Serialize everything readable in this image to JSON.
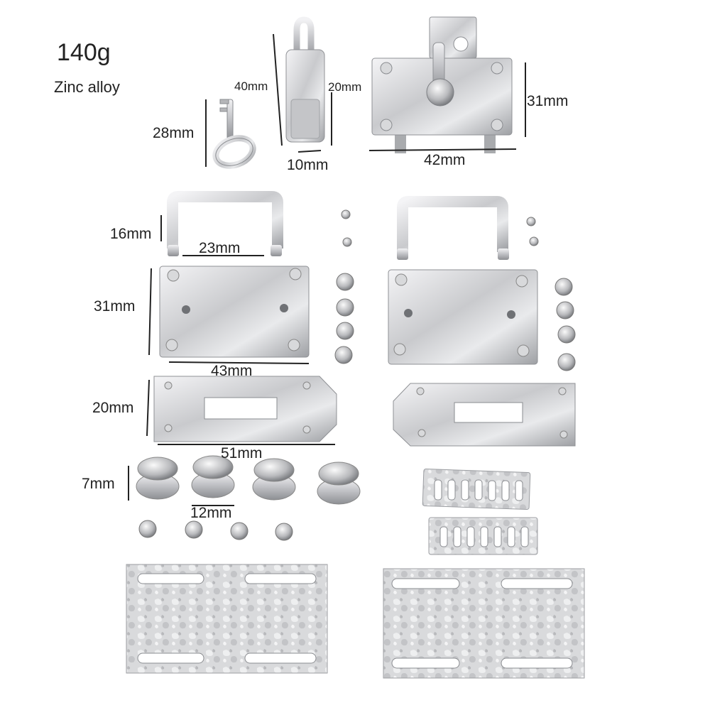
{
  "header": {
    "weight": "140g",
    "material": "Zinc alloy"
  },
  "dimensions": {
    "key_height": "28mm",
    "lock_height": "40mm",
    "lock_shackle": "20mm",
    "lock_width": "10mm",
    "hasp_height": "31mm",
    "hasp_width": "42mm",
    "loop_height": "16mm",
    "loop_width": "23mm",
    "plate_height": "31mm",
    "plate_width": "43mm",
    "strap_height": "20mm",
    "strap_width": "51mm",
    "foot_height": "7mm",
    "foot_width": "12mm"
  }
}
